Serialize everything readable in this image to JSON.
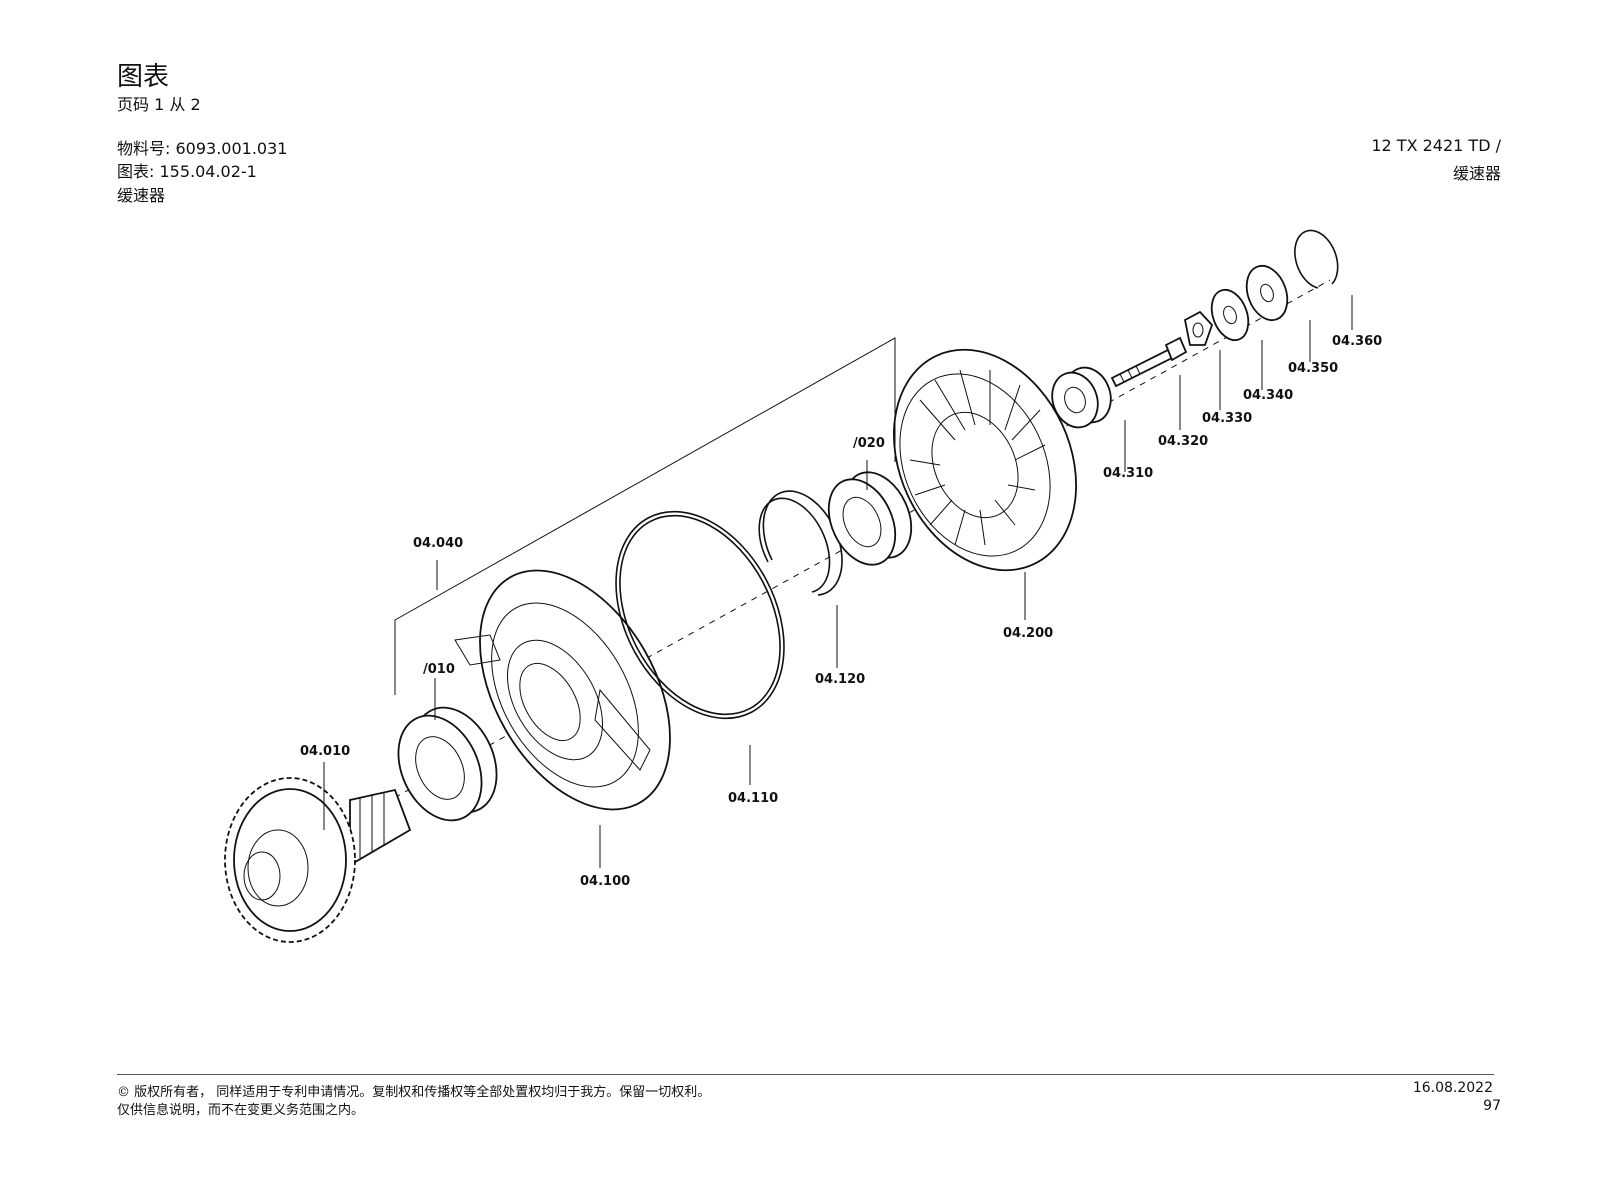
{
  "header": {
    "title": "图表",
    "page": "页码 1 从 2",
    "material_no": "物料号: 6093.001.031",
    "diagram_no": "图表: 155.04.02-1",
    "subtitle": "缓速器",
    "right_model": "12 TX 2421 TD /",
    "right_subtitle": "缓速器"
  },
  "diagram": {
    "labels": {
      "p04_010": "04.010",
      "p010": "/010",
      "p04_040": "04.040",
      "p04_100": "04.100",
      "p04_110": "04.110",
      "p04_120": "04.120",
      "p020": "/020",
      "p04_200": "04.200",
      "p04_310": "04.310",
      "p04_320": "04.320",
      "p04_330": "04.330",
      "p04_340": "04.340",
      "p04_350": "04.350",
      "p04_360": "04.360"
    }
  },
  "footer": {
    "copyright": "© 版权所有者， 同样适用于专利申请情况。复制权和传播权等全部处置权均归于我方。保留一切权利。",
    "disclaimer": "仅供信息说明，而不在变更义务范围之内。",
    "date": "16.08.2022",
    "page_number": "97"
  }
}
